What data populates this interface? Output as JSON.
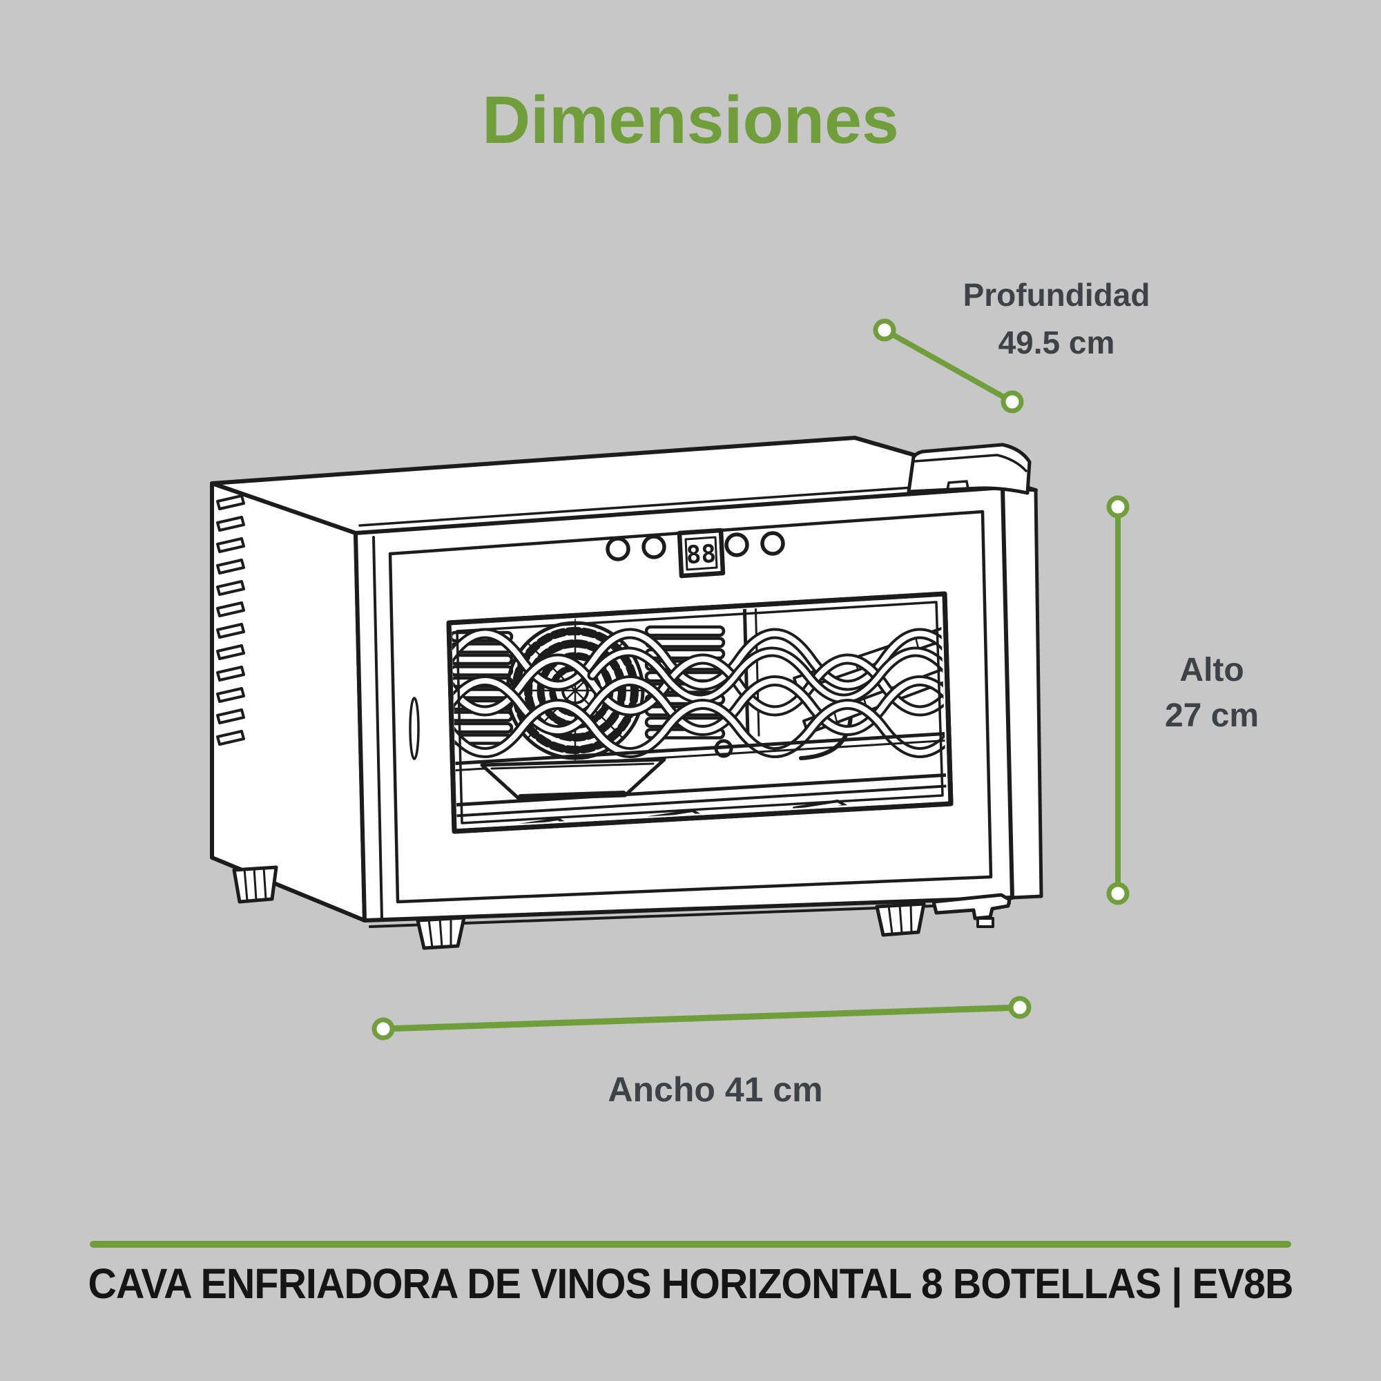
{
  "title": "Dimensiones",
  "dimensions": {
    "depth": {
      "label": "Profundidad",
      "value": "49.5 cm"
    },
    "height": {
      "label": "Alto",
      "value": "27 cm"
    },
    "width": {
      "label": "Ancho",
      "value": "41 cm"
    }
  },
  "appliance": {
    "control_display": "88"
  },
  "footer": {
    "product_label": "CAVA ENFRIADORA DE VINOS HORIZONTAL 8 BOTELLAS | EV8B"
  },
  "colors": {
    "background": "#c7c7c7",
    "accent_green": "#6f9e3b",
    "label_text": "#3e4247",
    "footer_text": "#151515",
    "line_art": "#1c1c1c",
    "endpoint_fill": "#ffffff"
  }
}
